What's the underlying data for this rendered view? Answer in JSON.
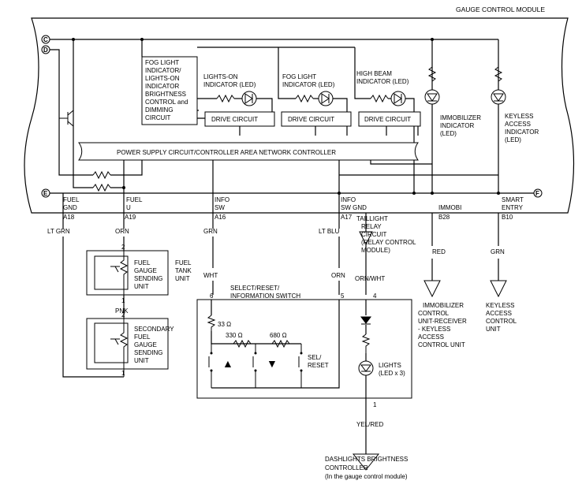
{
  "module_title": "GAUGE CONTROL MODULE",
  "connectors": {
    "c": "C",
    "d": "D",
    "e": "E",
    "f": "F"
  },
  "blocks": {
    "fog_dimming": [
      "FOG LIGHT",
      "INDICATOR/",
      "LIGHTS-ON",
      "INDICATOR",
      "BRIGHTNESS",
      "CONTROL and",
      "DIMMING",
      "CIRCUIT"
    ],
    "lights_on_led": [
      "LIGHTS-ON",
      "INDICATOR (LED)"
    ],
    "fog_light_led": [
      "FOG LIGHT",
      "INDICATOR (LED)"
    ],
    "high_beam_led": [
      "HIGH BEAM",
      "INDICATOR (LED)"
    ],
    "drive_circuit": "DRIVE CIRCUIT",
    "immobilizer_led": [
      "IMMOBILIZER",
      "INDICATOR",
      "(LED)"
    ],
    "keyless_led": [
      "KEYLESS",
      "ACCESS",
      "INDICATOR",
      "(LED)"
    ],
    "power_supply": "POWER SUPPLY CIRCUIT/CONTROLLER AREA NETWORK CONTROLLER"
  },
  "pins": [
    {
      "name": [
        "FUEL",
        "GND"
      ],
      "pin": "A18",
      "wire": "LT GRN"
    },
    {
      "name": [
        "FUEL",
        "U"
      ],
      "pin": "A19",
      "wire": "ORN"
    },
    {
      "name": [
        "INFO",
        "SW"
      ],
      "pin": "A16",
      "wire": "GRN"
    },
    {
      "name": [
        "INFO",
        "SW GND"
      ],
      "pin": "A17",
      "wire": "LT BLU"
    },
    {
      "name": [
        "IMMOBI"
      ],
      "pin": "B28",
      "wire": "RED"
    },
    {
      "name": [
        "SMART",
        "ENTRY"
      ],
      "pin": "B10",
      "wire": "GRN"
    }
  ],
  "fuel_tank_unit": {
    "sender": [
      "FUEL",
      "GAUGE",
      "SENDING",
      "UNIT"
    ],
    "unit": [
      "FUEL",
      "TANK",
      "UNIT"
    ],
    "pin_top": "2",
    "pin_bottom": "1"
  },
  "secondary_sender": {
    "label": [
      "SECONDARY",
      "FUEL",
      "GAUGE",
      "SENDING",
      "UNIT"
    ],
    "pin_top": "2",
    "pin_bottom": "1",
    "wire_between": "PNK"
  },
  "wires": {
    "wht": "WHT",
    "orn": "ORN",
    "orn_wht": "ORN/WHT",
    "yel_red": "YEL/RED"
  },
  "switch": {
    "title": [
      "SELECT/RESET/",
      "INFORMATION SWITCH"
    ],
    "pin_left": "6",
    "pin_right": "5",
    "pin_light": "4",
    "pin_light_bottom": "1",
    "r1": "33 Ω",
    "r2": "330 Ω",
    "r3": "680 Ω",
    "up_symbol": "▲",
    "down_symbol": "▼",
    "sel_reset": [
      "SEL/",
      "RESET"
    ],
    "lights": [
      "LIGHTS",
      "(LED x 3)"
    ]
  },
  "relay": [
    "TAILLIGHT",
    "RELAY",
    "CIRCUIT",
    "(RELAY CONTROL",
    "MODULE)"
  ],
  "immobilizer_ecu": [
    "IMMOBILIZER",
    "CONTROL",
    "UNIT-RECEIVER",
    "- KEYLESS",
    "ACCESS",
    "CONTROL UNIT"
  ],
  "keyless_unit": [
    "KEYLESS",
    "ACCESS",
    "CONTROL",
    "UNIT"
  ],
  "dashlights": [
    "DASHLIGHTS BRIGHTNESS",
    "CONTROLLER",
    "(In the gauge control module)"
  ]
}
